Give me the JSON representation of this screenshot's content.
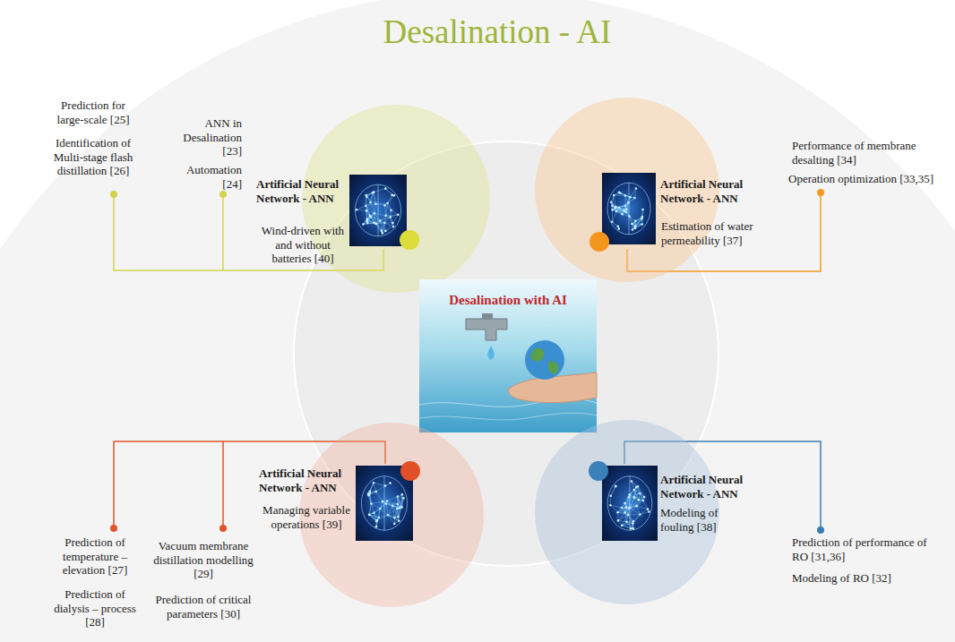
{
  "diagram": {
    "title": "Desalination - AI",
    "nodes": [
      {
        "text": [
          "Artificial Neural Network - ANN",
          "Wind-driven with and without batteries [40]"
        ]
      },
      {
        "text": [
          "Artificial Neural Network - ANN",
          "Estimation of water permeability [37]"
        ]
      },
      {
        "text": [
          "Desalination with AI"
        ]
      },
      {
        "text": [
          "Artificial Neural Network - ANN",
          "Managing variable operations [39]"
        ]
      },
      {
        "text": [
          "Artificial Neural Network - ANN",
          "Modeling of fouling [38]"
        ]
      }
    ],
    "labels": [
      "Prediction for large-scale [25]",
      "Identification of Multi-stage flash distillation [26]",
      "ANN in Desalination [23]",
      "Automation [24]",
      "Performance of membrane desalting [34]",
      "Operation optimization [33,35]",
      "Prediction of temperature – elevation [27]",
      "Prediction of dialysis – process [28]",
      "Vacuum membrane distillation modelling [29]",
      "Prediction of critical parameters [30]",
      "Prediction of performance of RO [31,36]",
      "Modeling of RO [32]"
    ]
  }
}
